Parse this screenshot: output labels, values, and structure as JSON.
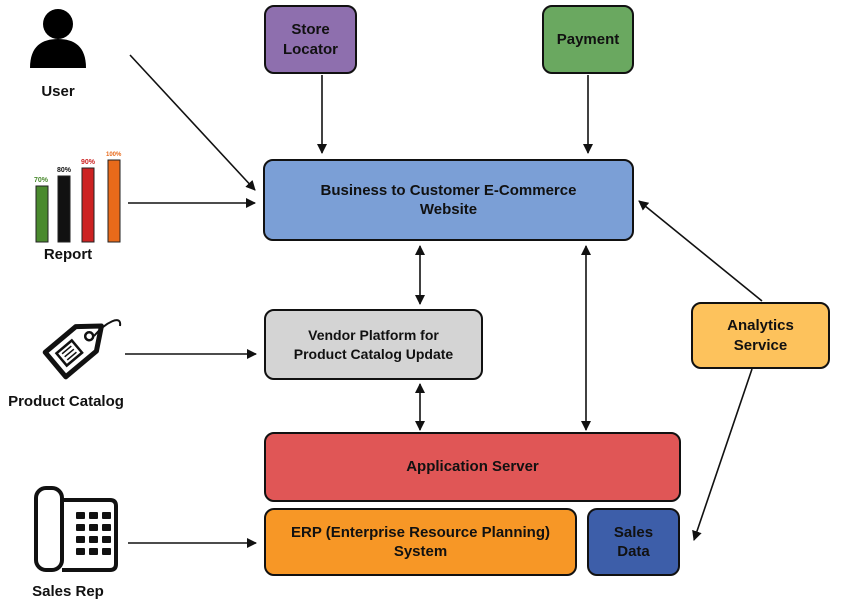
{
  "actors": {
    "user": "User",
    "report": "Report",
    "product_catalog": "Product Catalog",
    "sales_rep": "Sales Rep"
  },
  "report_percentages": [
    "70%",
    "80%",
    "90%",
    "100%"
  ],
  "nodes": {
    "store_locator": "Store\nLocator",
    "payment": "Payment",
    "website": "Business to Customer E-Commerce\nWebsite",
    "vendor_platform": "Vendor Platform for\nProduct Catalog Update",
    "analytics": "Analytics\nService",
    "app_server": "Application Server",
    "erp": "ERP (Enterprise Resource Planning)\nSystem",
    "sales_data": "Sales\nData"
  },
  "colors": {
    "store_locator": "#8e6fae",
    "payment": "#6aa860",
    "website": "#7b9fd6",
    "vendor_platform": "#d4d4d4",
    "analytics": "#fdc25c",
    "app_server": "#e05656",
    "erp": "#f79726",
    "sales_data": "#3d5ea9"
  }
}
